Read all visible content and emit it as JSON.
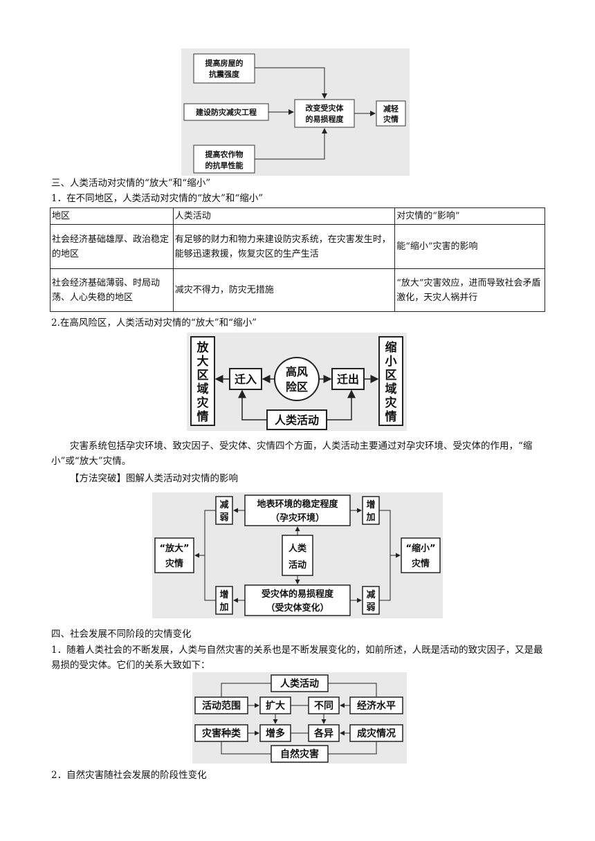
{
  "diagram1": {
    "box_house": [
      "提高房屋的",
      "抗震强度"
    ],
    "box_project": "建设防灾减灾工程",
    "box_crop": [
      "提高农作物",
      "的抗旱性能"
    ],
    "box_change": [
      "改变受灾体",
      "的易损程度"
    ],
    "box_reduce": [
      "减轻",
      "灾情"
    ]
  },
  "section3": {
    "heading": "三、人类活动对灾情的“放大”和“缩小”",
    "sub1": "1．在不同地区，人类活动对灾情的“放大”和“缩小”",
    "table": {
      "headers": [
        "地区",
        "人类活动",
        "对灾情的“影响”"
      ],
      "rows": [
        [
          "社会经济基础雄厚、政治稳定的地区",
          "有足够的财力和物力来建设防灾系统，在灾害发生时，能够迅速救援，恢复灾区的生产生活",
          "能“缩小”灾害的影响"
        ],
        [
          "社会经济基础薄弱、时局动荡、人心失稳的地区",
          "减灾不得力，防灾无措施",
          "“放大”灾害效应，进而导致社会矛盾激化，天灾人祸并行"
        ]
      ]
    },
    "sub2": "2.在高风险区，人类活动对灾情的“放大”和“缩小”"
  },
  "diagram2": {
    "left_box": [
      "放",
      "大",
      "区",
      "域",
      "灾",
      "情"
    ],
    "right_box": [
      "缩",
      "小",
      "区",
      "域",
      "灾",
      "情"
    ],
    "move_in": "迁入",
    "move_out": "迁出",
    "center": [
      "高风",
      "险区"
    ],
    "activity": "人类活动"
  },
  "paragraph": "灾害系统包括孕灾环境、致灾因子、受灾体、灾情四个方面，人类活动主要通过对孕灾环境、受灾体的作用，“缩小”或“放大”灾情。",
  "method": "【方法突破】图解人类活动对灾情的影响",
  "diagram3": {
    "decrease": [
      "减",
      "弱"
    ],
    "increase": [
      "增",
      "加"
    ],
    "env": [
      "地表环境的稳定程度",
      "（孕灾环境）"
    ],
    "vuln": [
      "受灾体的易损程度",
      "（受灾体变化）"
    ],
    "human": [
      "人类",
      "活动"
    ],
    "amplify": [
      "“放大”",
      "灾情"
    ],
    "shrink": [
      "“缩小”",
      "灾情"
    ]
  },
  "section4": {
    "heading": "四、社会发展不同阶段的灾情变化",
    "para": "1．随着人类社会的不断发展，人类与自然灾害的关系也是不断发展变化的，如前所述，人既是活动的致灾因子，又是最易损的受灾体。它们的关系大致如下：",
    "sub2": "2．自然灾害随社会发展的阶段性变化"
  },
  "diagram4": {
    "human": "人类活动",
    "range": "活动范围",
    "expand": "扩大",
    "differ": "不同",
    "economy": "经济水平",
    "types": "灾害种类",
    "increase": "增多",
    "vary": "各异",
    "situation": "成灾情况",
    "natural": "自然灾害"
  }
}
